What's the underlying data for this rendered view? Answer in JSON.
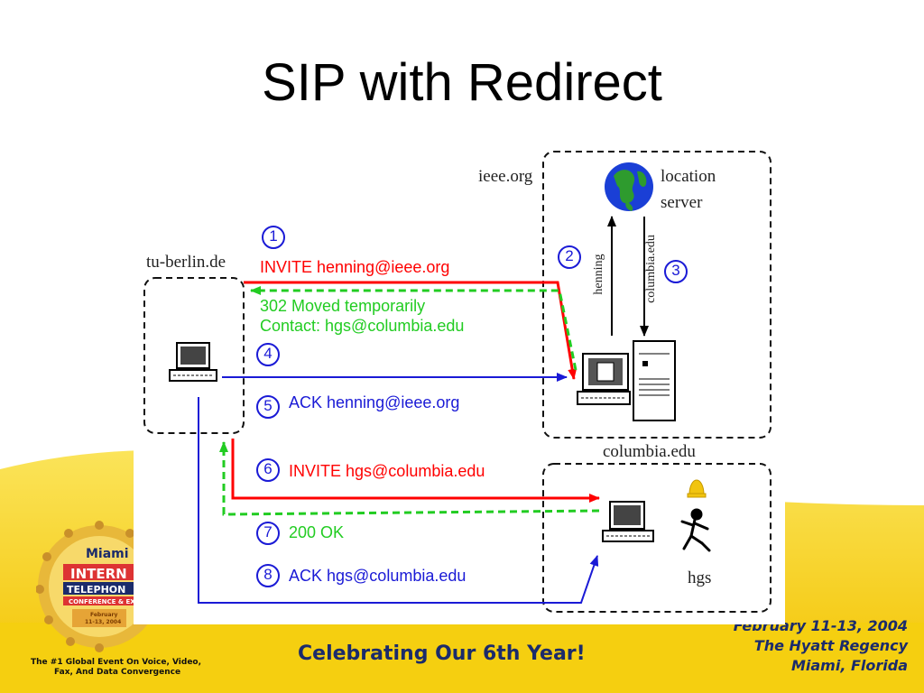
{
  "title": "SIP with Redirect",
  "labels": {
    "ieee_org": "ieee.org",
    "location": "location",
    "server": "server",
    "tu_berlin": "tu-berlin.de",
    "columbia_right": "columbia.edu",
    "henning_vertical": "henning",
    "columbia_vertical": "columbia.edu",
    "columbia_domain": "columbia.edu",
    "hgs": "hgs"
  },
  "steps": [
    {
      "num": "1",
      "text": "INVITE henning@ieee.org",
      "color": "#ff0000"
    },
    {
      "num": "2",
      "text": "",
      "color": "#1a1ad6"
    },
    {
      "num": "3",
      "text": "",
      "color": "#1a1ad6"
    },
    {
      "num": "4",
      "text": "",
      "color": "#1a1ad6"
    },
    {
      "num": "5",
      "text": "ACK henning@ieee.org",
      "color": "#1a1ad6"
    },
    {
      "num": "6",
      "text": "INVITE hgs@columbia.edu",
      "color": "#ff0000"
    },
    {
      "num": "7",
      "text": "200 OK",
      "color": "#22cc22"
    },
    {
      "num": "8",
      "text": "ACK hgs@columbia.edu",
      "color": "#1a1ad6"
    }
  ],
  "redirect_msg": {
    "line1": "302 Moved temporarily",
    "line2": "Contact: hgs@columbia.edu"
  },
  "footer": {
    "tagline": "Celebrating Our 6th Year!",
    "date": "February 11-13, 2004",
    "venue": "The Hyatt Regency",
    "city": "Miami, Florida",
    "left_line1": "The #1 Global Event On Voice, Video,",
    "left_line2": "Fax, And Data Convergence"
  },
  "logo": {
    "miami": "Miami",
    "word1": "INTERN",
    "word2": "TELEPHON",
    "word3": "CONFERENCE & EX",
    "small1": "February",
    "small2": "11-13, 2004"
  },
  "colors": {
    "red": "#ff0000",
    "green": "#22cc22",
    "blue": "#1a1ad6",
    "yellow": "#f7d21c"
  }
}
